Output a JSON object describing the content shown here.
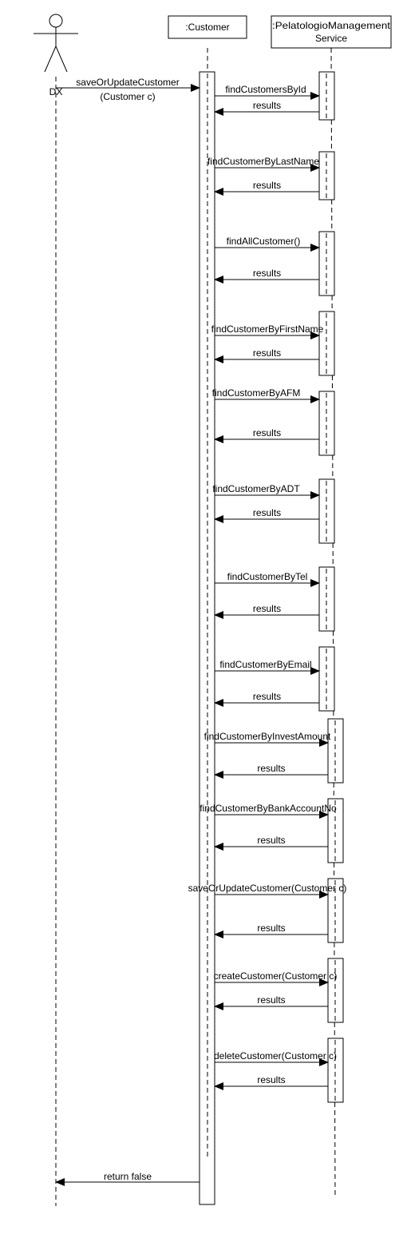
{
  "actor": {
    "name": "DX"
  },
  "participants": {
    "customer": ":Customer",
    "service_line1": ":PelatologioManagement",
    "service_line2": "Service"
  },
  "init_message": {
    "line1": "saveOrUpdateCustomer",
    "line2": "(Customer c)"
  },
  "calls": [
    {
      "call": "findCustomersById",
      "reply": "results"
    },
    {
      "call": "findCustomerByLastName",
      "reply": "results"
    },
    {
      "call": "findAllCustomer()",
      "reply": "results"
    },
    {
      "call": "findCustomerByFirstName",
      "reply": "results"
    },
    {
      "call": "findCustomerByAFM",
      "reply": "results"
    },
    {
      "call": "findCustomerByADT",
      "reply": "results"
    },
    {
      "call": "findCustomerByTel",
      "reply": "results"
    },
    {
      "call": "findCustomerByEmail",
      "reply": "results"
    },
    {
      "call": "findCustomerByInvestAmount",
      "reply": "results"
    },
    {
      "call": "findCustomerByBankAccountNo",
      "reply": "results"
    },
    {
      "call": "saveOrUpdateCustomer(Customer c)",
      "reply": "results"
    },
    {
      "call": "createCustomer(Customer c)",
      "reply": "results"
    },
    {
      "call": "deleteCustomer(Customer c)",
      "reply": "results"
    }
  ],
  "final_return": "return false"
}
